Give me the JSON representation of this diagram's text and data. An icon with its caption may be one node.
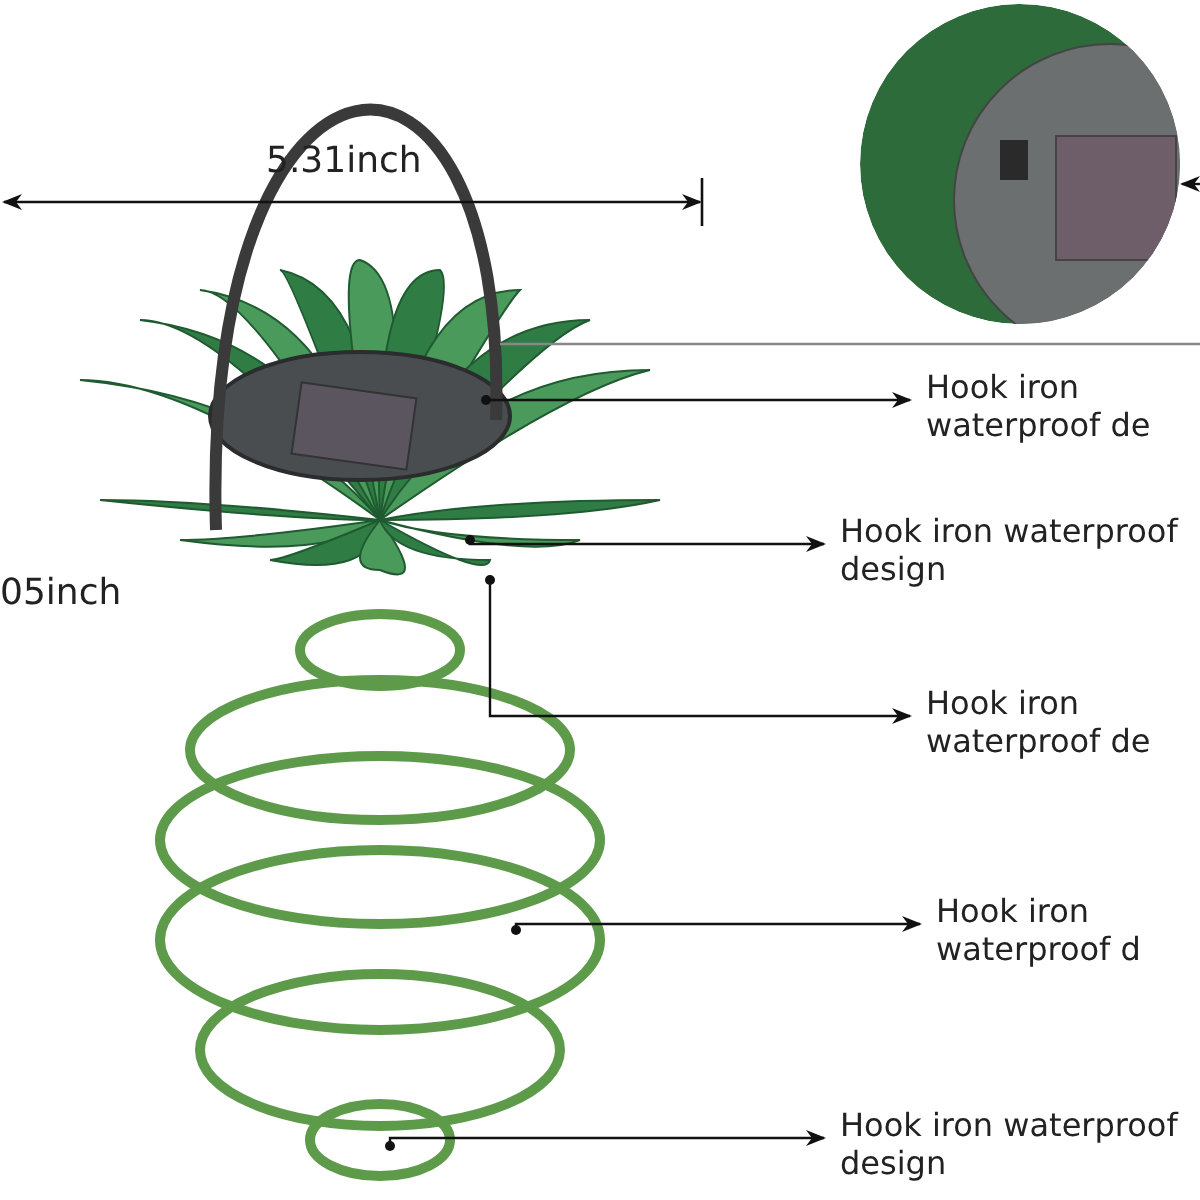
{
  "diagram": {
    "nodes": [
      {
        "text": [
          "Hook iron waterproof de"
        ]
      },
      {
        "text": [
          "Hook iron waterproof design"
        ]
      },
      {
        "text": [
          "Hook iron waterproof de"
        ]
      },
      {
        "text": [
          "Hook iron waterproof d"
        ]
      },
      {
        "text": [
          "Hook iron waterproof design"
        ]
      },
      {
        "text": [],
        "shape": "picture"
      }
    ],
    "edges": [
      {
        "from": null,
        "to": 0,
        "arrow": "to"
      },
      {
        "from": null,
        "to": 1,
        "arrow": "to"
      },
      {
        "from": null,
        "to": 2,
        "arrow": "to"
      },
      {
        "from": null,
        "to": 3,
        "arrow": "to"
      },
      {
        "from": null,
        "to": 4,
        "arrow": "to"
      },
      {
        "from": null,
        "to": 5,
        "arrow": "to"
      }
    ],
    "labels": [
      "5.31inch",
      "05inch"
    ]
  }
}
